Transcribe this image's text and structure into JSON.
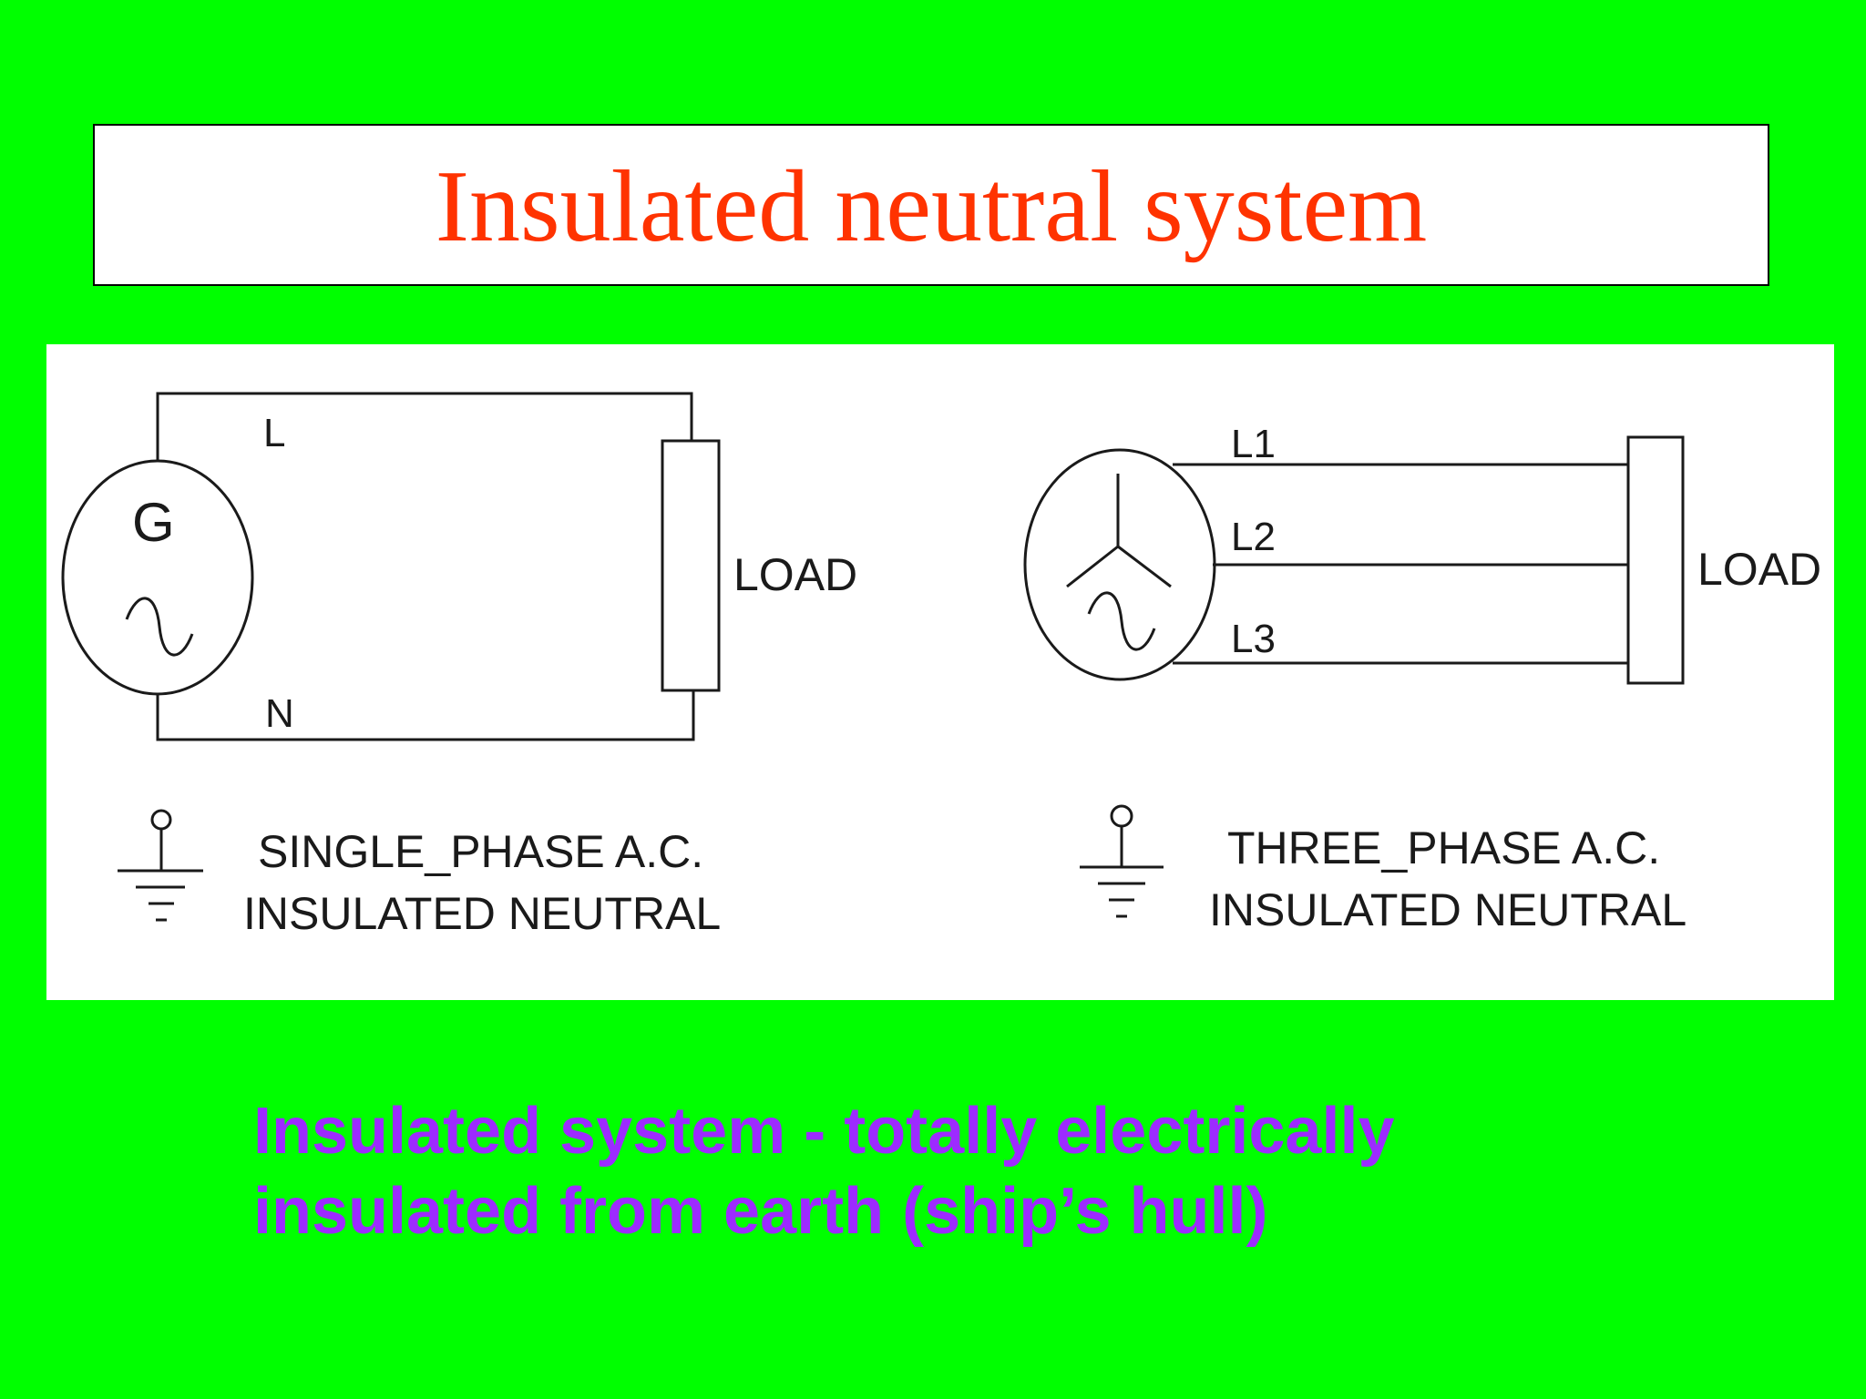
{
  "slide": {
    "title": "Insulated neutral system",
    "colors": {
      "background": "#00ff00",
      "title_text": "#ff3300",
      "caption_text": "#9d2bff"
    }
  },
  "single_phase": {
    "generator_label": "G",
    "line_label": "L",
    "neutral_label": "N",
    "load_label": "LOAD",
    "caption_line1": "SINGLE_PHASE A.C.",
    "caption_line2": "INSULATED NEUTRAL",
    "icons": [
      "generator-symbol",
      "ac-wave-icon",
      "insulated-earth-icon"
    ]
  },
  "three_phase": {
    "line1_label": "L1",
    "line2_label": "L2",
    "line3_label": "L3",
    "load_label": "LOAD",
    "caption_line1": "THREE_PHASE A.C.",
    "caption_line2": "INSULATED NEUTRAL",
    "icons": [
      "star-winding-icon",
      "ac-wave-icon",
      "insulated-earth-icon"
    ]
  },
  "caption": {
    "line1": "Insulated system - totally electrically",
    "line2": "insulated from earth (ship’s hull)"
  }
}
